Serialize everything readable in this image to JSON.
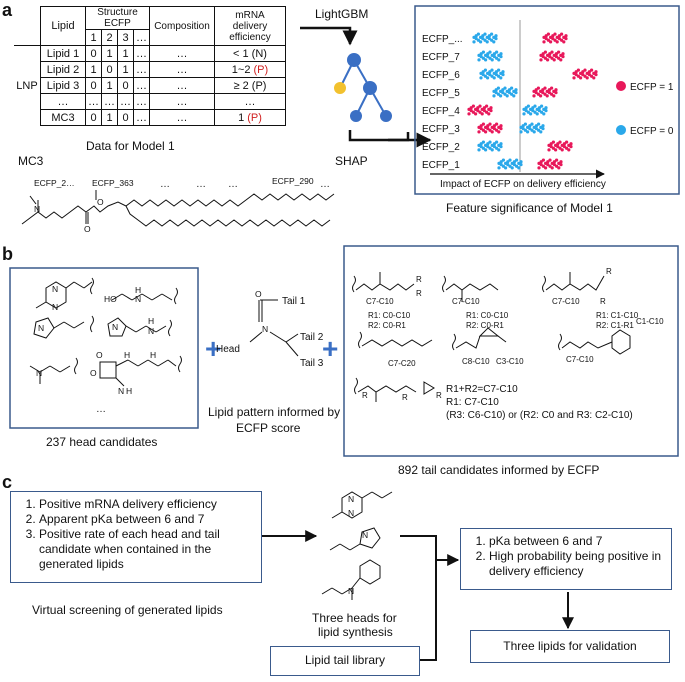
{
  "panels": {
    "a": "a",
    "b": "b",
    "c": "c"
  },
  "table": {
    "header": {
      "lipid": "Lipid",
      "structure": "Structure ECFP",
      "bits": [
        "1",
        "2",
        "3",
        "…"
      ],
      "composition": "Composition",
      "efficiency": "mRNA delivery efficiency"
    },
    "group_label": "LNP",
    "rows": [
      {
        "name": "Lipid 1",
        "b1": "0",
        "b2": "1",
        "b3": "1",
        "more": "…",
        "comp": "…",
        "eff": "< 1 (N)",
        "red": ""
      },
      {
        "name": "Lipid 2",
        "b1": "1",
        "b2": "0",
        "b3": "1",
        "more": "…",
        "comp": "…",
        "eff": "1~2 ",
        "red": "(P)"
      },
      {
        "name": "Lipid 3",
        "b1": "0",
        "b2": "1",
        "b3": "0",
        "more": "…",
        "comp": "…",
        "eff": "≥ 2 (P)",
        "red": ""
      },
      {
        "name": "…",
        "b1": "…",
        "b2": "…",
        "b3": "…",
        "more": "…",
        "comp": "…",
        "eff": "…",
        "red": ""
      },
      {
        "name": "MC3",
        "b1": "0",
        "b2": "1",
        "b3": "0",
        "more": "…",
        "comp": "…",
        "eff": "1 ",
        "red": "(P)"
      }
    ],
    "caption": "Data for Model 1"
  },
  "mc3": {
    "title": "MC3",
    "labels": [
      "ECFP_2…",
      "ECFP_363",
      "ECFP_290"
    ],
    "dots": "…"
  },
  "model": {
    "lightgbm": "LightGBM",
    "shap": "SHAP",
    "colors": {
      "node": "#3a6fc4",
      "leaf": "#f2c12e"
    }
  },
  "shap_plot": {
    "features": [
      "ECFP_...",
      "ECFP_7",
      "ECFP_6",
      "ECFP_5",
      "ECFP_4",
      "ECFP_3",
      "ECFP_2",
      "ECFP_1"
    ],
    "legend": [
      "ECFP = 1",
      "ECFP = 0"
    ],
    "xlabel": "Impact of ECFP on delivery efficiency",
    "caption": "Feature significance of Model 1",
    "colors": {
      "one": "#e8185a",
      "zero": "#2aa8ea"
    }
  },
  "heads": {
    "caption": "237 head candidates",
    "dots": "…"
  },
  "pattern": {
    "tail1": "Tail 1",
    "tail2": "Tail 2",
    "tail3": "Tail 3",
    "head": "Head",
    "caption_1": "Lipid pattern informed by",
    "caption_2": "ECFP score"
  },
  "plus": "+",
  "tails": {
    "caption": "892 tail candidates informed by ECFP",
    "t1": {
      "range": "C7-C10",
      "r1": "R1: C0-C10",
      "r2": "R2: C0-R1"
    },
    "t2": {
      "range": "C7-C10",
      "r1": "R1: C0-C10",
      "r2": "R2: C0-R1"
    },
    "t3": {
      "range": "C7-C10",
      "r1": "R1: C1-C10",
      "r2": "R2: C1-R1"
    },
    "t4": {
      "range": "C7-C20"
    },
    "t5": {
      "a": "C8-C10",
      "b": "C3-C10"
    },
    "t6": {
      "a": "C7-C10",
      "b": "C1-C10"
    },
    "t7": {
      "l1": "R1+R2=C7-C10",
      "l2": "R1: C7-C10",
      "l3": "(R3: C6-C10) or (R2: C0 and R3: C2-C10)"
    },
    "rgroups": {
      "r1": "R",
      "r2": "R"
    }
  },
  "criteria1": [
    "Positive mRNA delivery efficiency",
    "Apparent pKa between 6 and 7",
    "Positive rate of each head and tail candidate when contained in the generated lipids"
  ],
  "virtual": "Virtual screening of generated lipids",
  "three_heads": [
    "Three heads for",
    "lipid synthesis"
  ],
  "criteria2": [
    "pKa between 6 and 7",
    "High probability being positive in delivery efficiency"
  ],
  "validation": "Three lipids for validation",
  "library": "Lipid tail library"
}
